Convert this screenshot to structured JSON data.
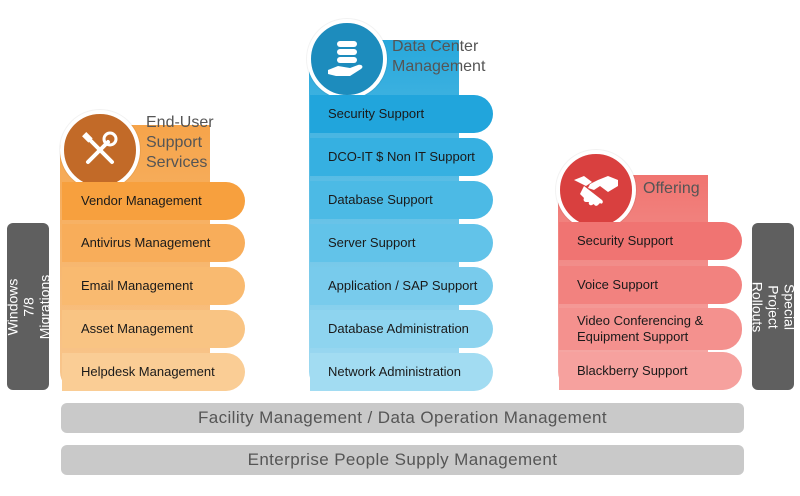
{
  "left_tab": "Windows 7/8\nMigrations",
  "right_tab": "Special Project\nRollouts",
  "columns": {
    "end_user": {
      "title": "End-User\nSupport\nServices",
      "icon": "tools-icon",
      "color": "#f39a3c",
      "items": [
        "Vendor Management",
        "Antivirus Management",
        "Email Management",
        "Asset Management",
        "Helpdesk Management"
      ]
    },
    "data_center": {
      "title": "Data Center\nManagement",
      "icon": "database-hand-icon",
      "color": "#27a8dc",
      "items": [
        "Security Support",
        "DCO-IT $ Non IT Support",
        " Database Support",
        "Server Support",
        "Application / SAP Support",
        "Database Administration",
        "Network Administration"
      ]
    },
    "offering": {
      "title": "Offering",
      "icon": "handshake-icon",
      "color": "#e5494c",
      "items": [
        "Security Support",
        "Voice Support",
        "Video Conferencing &\nEquipment Support",
        "Blackberry Support"
      ]
    }
  },
  "bars": {
    "facility": "Facility Management / Data Operation Management",
    "enterprise": "Enterprise People Supply Management"
  }
}
